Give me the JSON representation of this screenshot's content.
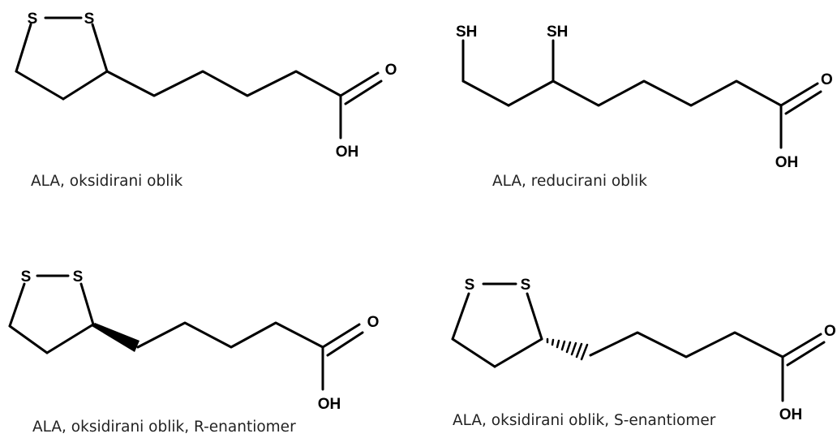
{
  "molecules": [
    {
      "caption": "ALA, oksidirani oblik",
      "atoms": {
        "s1": "S",
        "s2": "S",
        "o_double": "O",
        "oh": "OH"
      }
    },
    {
      "caption": "ALA, reducirani oblik",
      "atoms": {
        "sh1": "SH",
        "sh2": "SH",
        "o_double": "O",
        "oh": "OH"
      }
    },
    {
      "caption": "ALA, oksidirani oblik, R-enantiomer",
      "atoms": {
        "s1": "S",
        "s2": "S",
        "o_double": "O",
        "oh": "OH"
      }
    },
    {
      "caption": "ALA, oksidirani oblik, S-enantiomer",
      "atoms": {
        "s1": "S",
        "s2": "S",
        "o_double": "O",
        "oh": "OH"
      }
    }
  ]
}
